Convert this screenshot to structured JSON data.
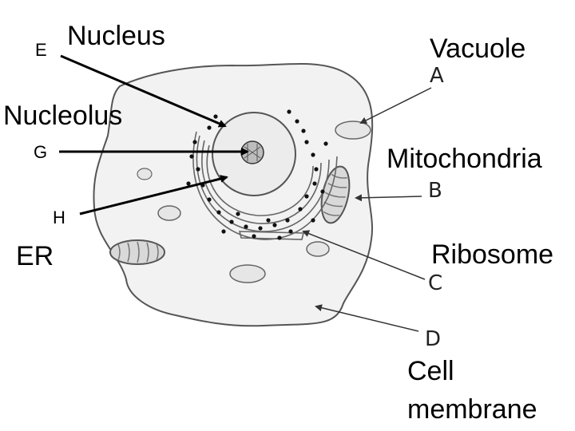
{
  "labels": {
    "nucleus": "Nucleus",
    "vacuole": "Vacuole",
    "nucleolus": "Nucleolus",
    "mitochondria": "Mitochondria",
    "er": "ER",
    "ribosome": "Ribosome",
    "cell_membrane_line1": "Cell",
    "cell_membrane_line2": "membrane"
  },
  "letters": {
    "a": "A",
    "b": "B",
    "c": "C",
    "d": "D",
    "e": "E",
    "g": "G",
    "h": "H"
  }
}
